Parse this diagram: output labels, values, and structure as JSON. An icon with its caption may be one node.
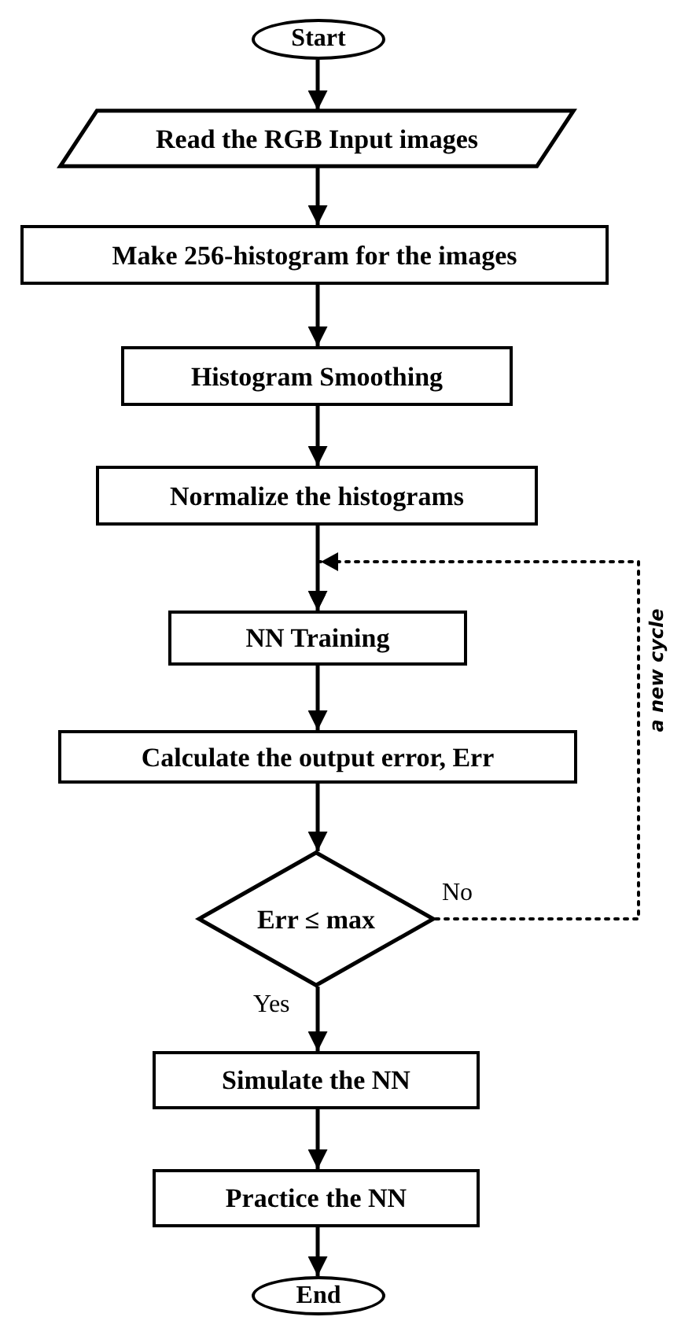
{
  "diagram": {
    "nodes": [
      {
        "text": [
          "Start"
        ]
      },
      {
        "text": [
          "Read the RGB Input images"
        ]
      },
      {
        "text": [
          "Make 256-histogram for the images"
        ]
      },
      {
        "text": [
          "Histogram Smoothing"
        ]
      },
      {
        "text": [
          "Normalize the histograms"
        ]
      },
      {
        "text": [
          "NN Training"
        ]
      },
      {
        "text": [
          "Calculate the output error, Err"
        ]
      },
      {
        "text": [
          "Err ≤ max"
        ]
      },
      {
        "text": [
          "Simulate the NN"
        ]
      },
      {
        "text": [
          "Practice the NN"
        ]
      },
      {
        "text": [
          "End"
        ]
      }
    ],
    "edges": [
      {
        "from": 0,
        "to": 1,
        "arrow": "to"
      },
      {
        "from": 1,
        "to": 2,
        "arrow": "to"
      },
      {
        "from": 2,
        "to": 3,
        "arrow": "to"
      },
      {
        "from": 3,
        "to": 4,
        "arrow": "to"
      },
      {
        "from": 4,
        "to": 5,
        "arrow": "to"
      },
      {
        "from": 5,
        "to": 6,
        "arrow": "to"
      },
      {
        "from": 6,
        "to": 7,
        "arrow": "to"
      },
      {
        "from": 7,
        "to": 5,
        "arrow": "to",
        "label": "No",
        "style": "dashed"
      },
      {
        "from": 7,
        "to": 8,
        "arrow": "to",
        "label": "Yes"
      },
      {
        "from": 8,
        "to": 9,
        "arrow": "to"
      },
      {
        "from": 9,
        "to": 10,
        "arrow": "to"
      }
    ],
    "labels": [
      "a new cycle"
    ]
  }
}
